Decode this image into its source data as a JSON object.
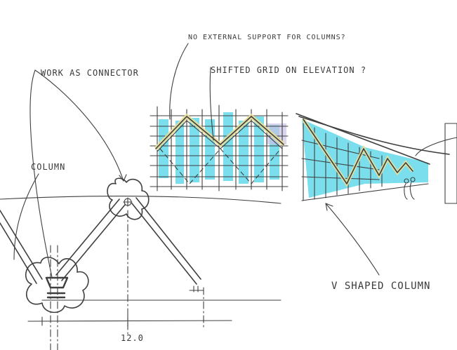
{
  "annotations": {
    "work_as_connector": "WORK AS CONNECTOR",
    "column": "COLUMN",
    "no_external_support": "NO EXTERNAL SUPPORT FOR COLUMNS?",
    "shifted_grid": "SHIFTED GRID ON ELEVATION ?",
    "v_shaped_column": "V SHAPED COLUMN"
  },
  "dimension": {
    "label": "12.0"
  },
  "colors": {
    "ink": "#3f3f3f",
    "cyan_marker": "#4fd3e6",
    "yellow_marker": "#e9df9a",
    "lavender_marker": "#c9c3e6",
    "grey_marker": "#bfbfbf"
  }
}
